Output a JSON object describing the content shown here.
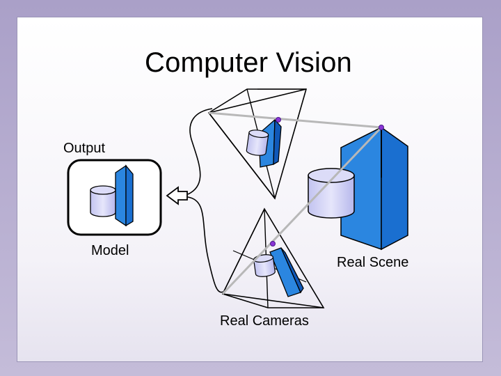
{
  "title": "Computer Vision",
  "labels": {
    "output": "Output",
    "model": "Model",
    "real_scene": "Real Scene",
    "real_cameras": "Real Cameras"
  },
  "colors": {
    "cube_blue": "#2b86e0",
    "cube_dark": "#1058b8",
    "cylinder_fill": "#cfd0f4",
    "ray_gray": "#b8b8b8",
    "point_purple": "#8a35d6"
  }
}
